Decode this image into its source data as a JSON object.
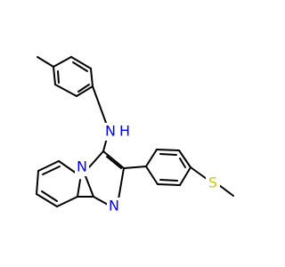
{
  "atoms": {
    "nh_n": {
      "symbol": "N",
      "color": "#0000ff"
    },
    "nh_h": {
      "symbol": "H",
      "color": "#0000ff"
    },
    "ring_n1": {
      "symbol": "N",
      "color": "#0000ff"
    },
    "ring_n2": {
      "symbol": "N",
      "color": "#0000ff"
    },
    "sulfur": {
      "symbol": "S",
      "color": "#cccc00"
    }
  },
  "bond_color": "#000000"
}
